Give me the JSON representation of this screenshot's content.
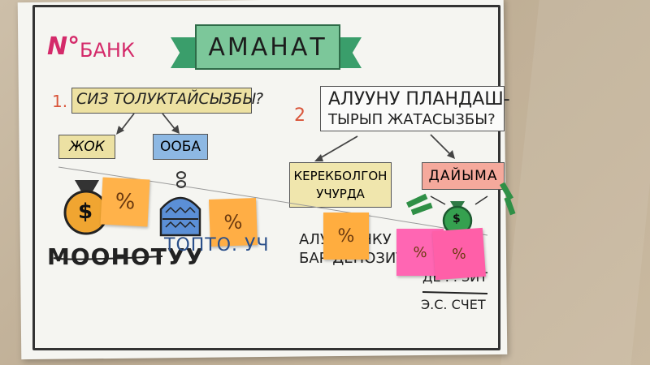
{
  "poster": {
    "bank_number": "N°",
    "bank_label": "БАНК",
    "title": "АМАНАТ",
    "question1": {
      "number": "1.",
      "text": "СИЗ ТОЛУКТАЙСЫЗБЫ?"
    },
    "question2": {
      "number": "2",
      "line1": "АЛУУНУ ПЛАНДАШ-",
      "line2": "ТЫРЫП ЖАТАСЫЗБЫ?"
    },
    "answers": {
      "jok": "ЖОК",
      "ooba": "ООБА",
      "kerek_l1": "КЕРЕКБОЛГОН",
      "kerek_l2": "УЧУРДА",
      "daiyma": "ДАЙЫМА"
    },
    "stickies": [
      "%",
      "%",
      "%",
      "%",
      "%"
    ],
    "labels": {
      "moonotuu": "МООНОТУУ",
      "toptoo": "ТОПТО. УЧ",
      "aluu_l1": "АЛУУ . . НКУ",
      "aluu_l2": "БАР ДЕПОЗИТ",
      "deposit": "ДЕ . . ЗИТ",
      "es_schet": "Э.С. СЧЕТ"
    },
    "money_symbol": "$",
    "icons": [
      "money-bag-icon",
      "piggy-bank-icon",
      "coin-stack-icon",
      "cash-bundle-icon"
    ],
    "colors": {
      "banner": "#7cc79a",
      "sticky_orange": "#ffb24a",
      "sticky_pink": "#ff66b3",
      "accent_red": "#d42a6a"
    }
  }
}
